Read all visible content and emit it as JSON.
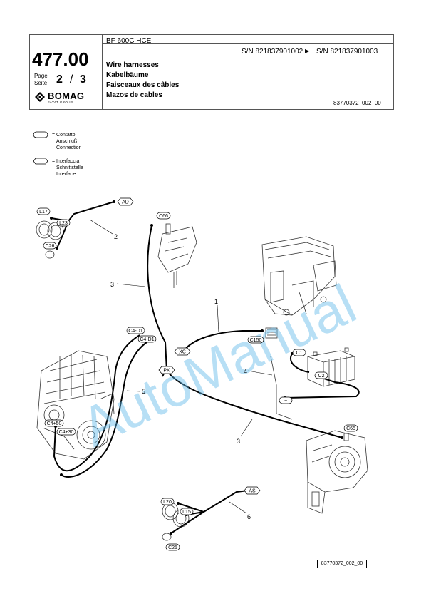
{
  "header": {
    "page_number": "477.00",
    "page_label_en": "Page",
    "page_label_de": "Seite",
    "page_current": "2",
    "page_separator": "/",
    "page_total": "3",
    "logo_brand": "BOMAG",
    "logo_sub": "FAYAT GROUP",
    "model": "BF 600C HCE",
    "serial_from": "S/N 821837901002",
    "serial_arrow": "▶",
    "serial_to": "S/N 821837901003",
    "title_en": "Wire harnesses",
    "title_de": "Kabelbäume",
    "title_fr": "Faisceaux des câbles",
    "title_es": "Mazos de cables",
    "doc_ref": "83770372_002_00"
  },
  "legend": {
    "connection": {
      "symbol": "oval",
      "lines": [
        "= Contatto",
        "Anschluß",
        "Connection"
      ]
    },
    "interface": {
      "symbol": "hexagon",
      "lines": [
        "= Interfaccia",
        "Schnittstelle",
        "Interface"
      ]
    }
  },
  "diagram": {
    "connectors": [
      "L17",
      "L23",
      "C26",
      "C66",
      "C4-D1",
      "C4-D1",
      "C150",
      "C1",
      "C2",
      "C4+50",
      "C4+30",
      "C65",
      "L20",
      "L15",
      "C25"
    ],
    "interfaces": [
      "AD",
      "XC",
      "PK",
      "AS"
    ],
    "harness_numbers": [
      "1",
      "2",
      "3",
      "3",
      "4",
      "5",
      "6"
    ],
    "misc_symbol": "−",
    "watermark": "AutoManual"
  },
  "footer": {
    "doc_ref": "83770372_002_00"
  },
  "colors": {
    "watermark": "#5fb8e8",
    "line": "#000000"
  }
}
